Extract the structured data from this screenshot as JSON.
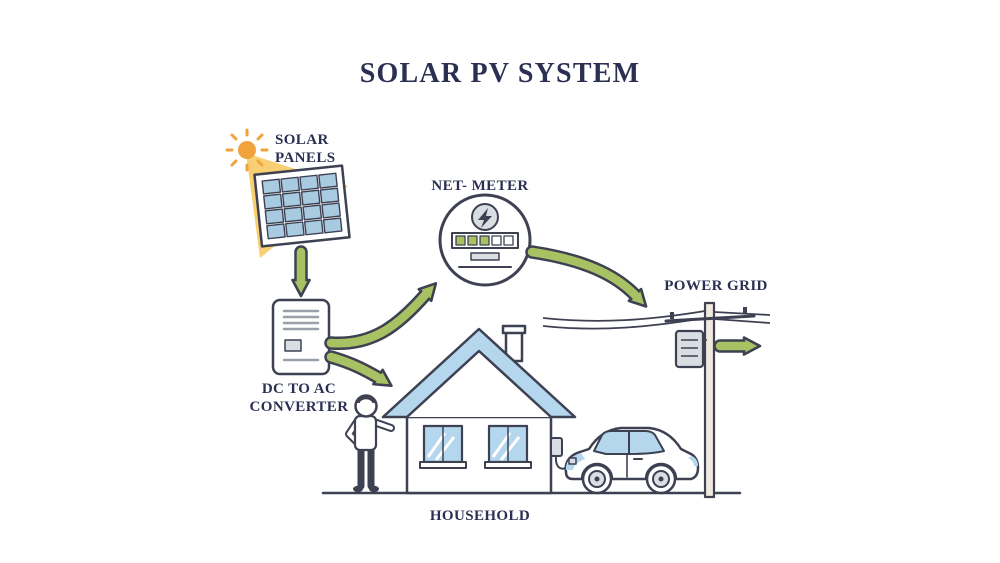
{
  "title": "SOLAR PV SYSTEM",
  "labels": {
    "solar_panels_1": "SOLAR",
    "solar_panels_2": "PANELS",
    "net_meter": "NET- METER",
    "power_grid": "POWER GRID",
    "converter_1": "DC TO AC",
    "converter_2": "CONVERTER",
    "household": "HOUSEHOLD"
  },
  "colors": {
    "text": "#2b3053",
    "outline": "#3d4152",
    "arrow_fill": "#a8c162",
    "panel_blue": "#a9cbe2",
    "roof_blue": "#b5d7ee",
    "sun_orange": "#f2a23c",
    "beam_yellow": "#f8cf72",
    "detail_gray": "#d9dee3"
  }
}
